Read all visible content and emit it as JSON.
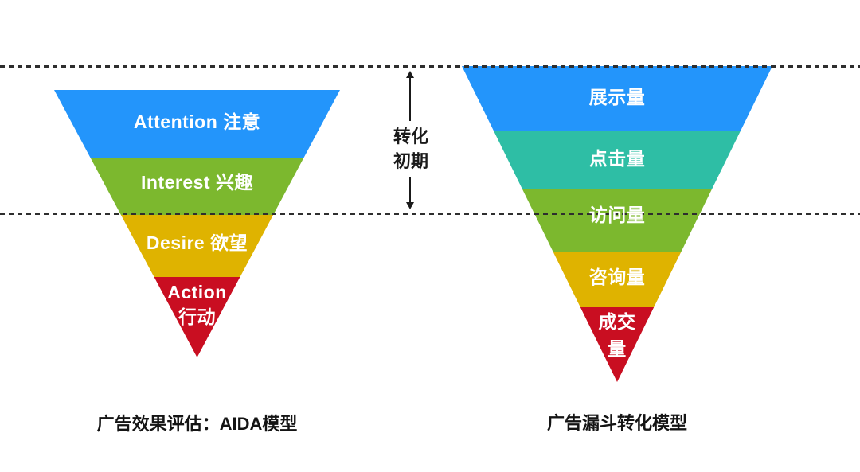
{
  "conversion_stage": {
    "label": "转化初期",
    "line1": "转化",
    "line2": "初期"
  },
  "aida_funnel": {
    "caption": "广告效果评估：AIDA模型",
    "layers": [
      {
        "label": "Attention 注意",
        "color": "#2395FB"
      },
      {
        "label": "Interest 兴趣",
        "color": "#7CB82E"
      },
      {
        "label": "Desire 欲望",
        "color": "#DFB300"
      },
      {
        "label": "Action 行动",
        "line1": "Action",
        "line2": "行动",
        "color": "#C90E21"
      }
    ]
  },
  "ad_funnel": {
    "caption": "广告漏斗转化模型",
    "layers": [
      {
        "label": "展示量",
        "color": "#2395FB"
      },
      {
        "label": "点击量",
        "color": "#2EBEA5"
      },
      {
        "label": "访问量",
        "color": "#7CB82E"
      },
      {
        "label": "咨询量",
        "color": "#DFB300"
      },
      {
        "label": "成交量",
        "line1": "成交",
        "line2": "量",
        "color": "#C90E21"
      }
    ]
  },
  "colors": {
    "guide_line": "#2E2E2E",
    "arrow": "#1A1A1A",
    "band_text": "#FFFFFF",
    "caption_text": "#141414"
  }
}
